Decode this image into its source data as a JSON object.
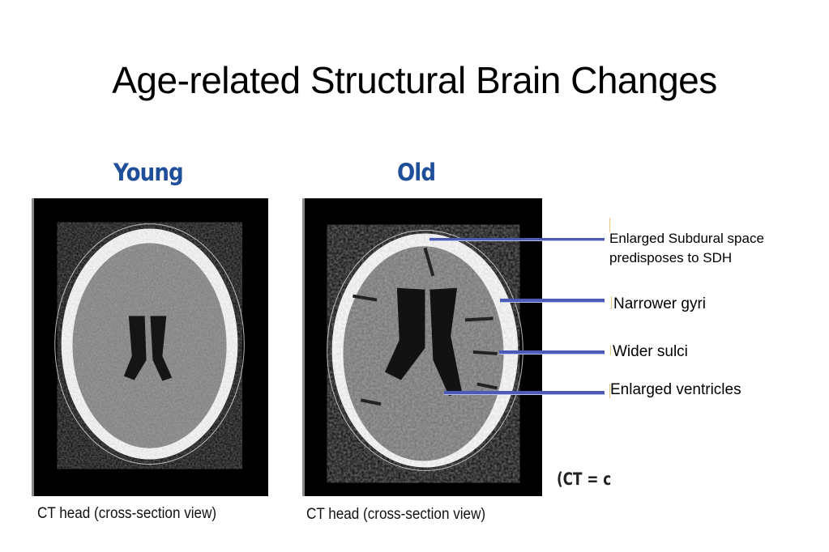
{
  "slide": {
    "title": "Age-related Structural Brain Changes",
    "accent_color": "#1f4e9a",
    "callout_color": "#4a5cb8"
  },
  "panels": [
    {
      "label": "Young",
      "image_alt": "CT head axial slice of a young brain",
      "caption": "CT head (cross-section view)"
    },
    {
      "label": "Old",
      "image_alt": "CT head axial slice of an old brain",
      "caption": "CT head (cross-section view)"
    }
  ],
  "annotations": [
    {
      "line1": "Enlarged Subdural space",
      "line2": "predisposes to SDH"
    },
    {
      "line1": "Narrower gyri"
    },
    {
      "line1": "Wider sulci"
    },
    {
      "line1": "Enlarged ventricles"
    }
  ],
  "footnote": "(CT = c"
}
